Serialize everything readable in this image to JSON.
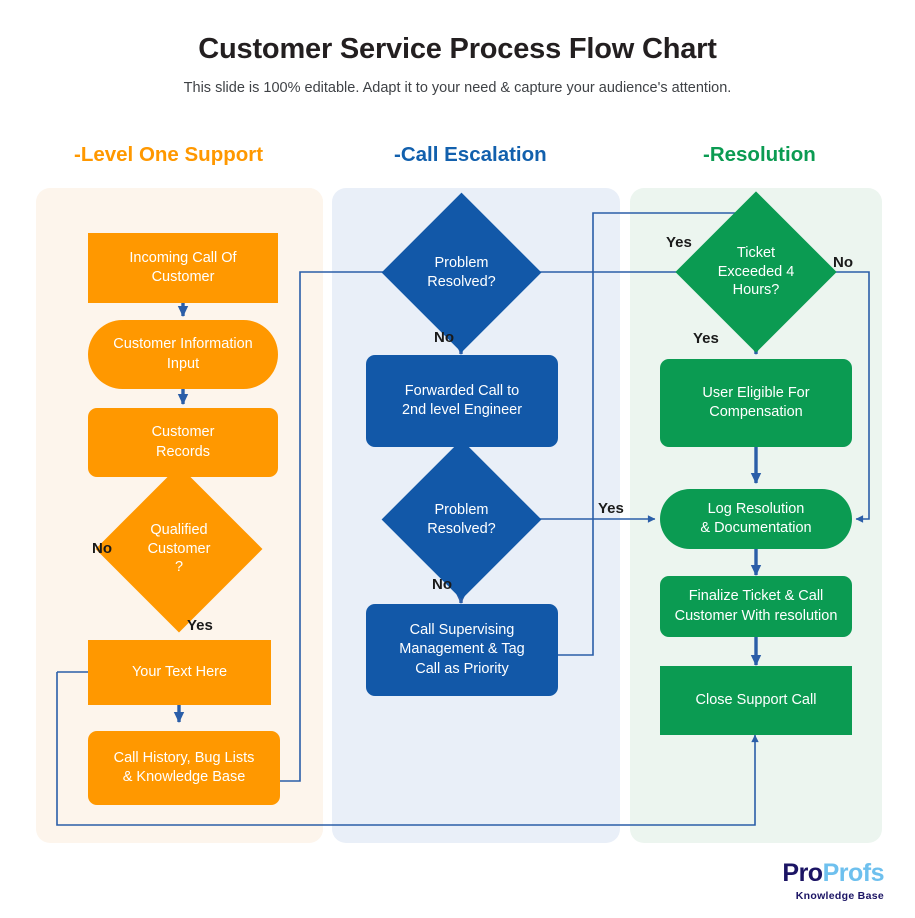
{
  "header": {
    "title": "Customer Service Process Flow Chart",
    "subtitle": "This slide is 100% editable. Adapt it to your need & capture your audience's attention."
  },
  "columns": [
    {
      "label": "-Level One Support",
      "color": "#ff9800"
    },
    {
      "label": "-Call Escalation",
      "color": "#1260ad"
    },
    {
      "label": "-Resolution",
      "color": "#0b9b52"
    }
  ],
  "nodes": {
    "incoming_call": "Incoming Call Of\nCustomer",
    "customer_info": "Customer Information\nInput",
    "customer_records": "Customer\nRecords",
    "qualified_customer": "Qualified\nCustomer\n?",
    "your_text_here": "Your Text Here",
    "call_history": "Call History, Bug Lists\n& Knowledge Base",
    "problem_resolved_1": "Problem\nResolved?",
    "forwarded_call": "Forwarded Call to\n2nd level Engineer",
    "problem_resolved_2": "Problem\nResolved?",
    "call_supervising": "Call Supervising\nManagement & Tag\nCall as Priority",
    "ticket_exceeded": "Ticket\nExceeded 4\nHours?",
    "user_eligible": "User Eligible For\nCompensation",
    "log_resolution": "Log Resolution\n& Documentation",
    "finalize_ticket": "Finalize Ticket & Call\nCustomer With resolution",
    "close_support_call": "Close Support Call"
  },
  "edge_labels": {
    "qualified_no": "No",
    "qualified_yes": "Yes",
    "resolved1_no": "No",
    "resolved2_no": "No",
    "resolved2_yes": "Yes",
    "ticket_yes_top": "Yes",
    "ticket_no": "No",
    "ticket_yes_down": "Yes"
  },
  "logo": {
    "word_1": "Pro",
    "word_2": "Profs",
    "tagline": "Knowledge Base"
  },
  "colors": {
    "orange": "#ff9800",
    "blue": "#1258a8",
    "green": "#0b9b52",
    "connector": "#2b5ea8",
    "panel_left": "#fdf5ec",
    "panel_middle": "#e9eff8",
    "panel_right": "#ecf5ef"
  }
}
